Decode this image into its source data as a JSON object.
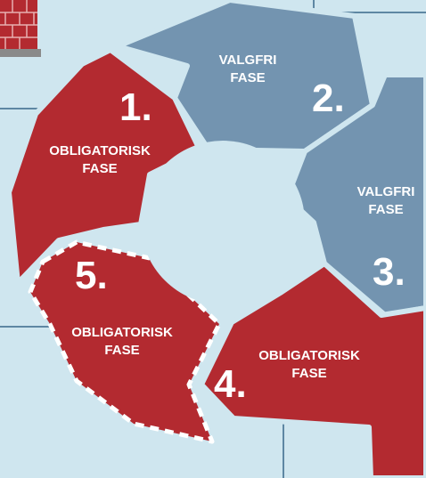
{
  "colors": {
    "background": "#cfe6ef",
    "mandatory": "#b32a30",
    "optional": "#7394b0",
    "text": "#ffffff",
    "center": "#cfe6ef",
    "lines": "#5e87a3",
    "dashed_border": "#ffffff"
  },
  "decor": {
    "icon": "brick-wall-icon"
  },
  "phases": [
    {
      "number": "1.",
      "label_line1": "OBLIGATORISK",
      "label_line2": "FASE",
      "type": "mandatory"
    },
    {
      "number": "2.",
      "label_line1": "VALGFRI",
      "label_line2": "FASE",
      "type": "optional"
    },
    {
      "number": "3.",
      "label_line1": "VALGFRI",
      "label_line2": "FASE",
      "type": "optional"
    },
    {
      "number": "4.",
      "label_line1": "OBLIGATORISK",
      "label_line2": "FASE",
      "type": "mandatory"
    },
    {
      "number": "5.",
      "label_line1": "OBLIGATORISK",
      "label_line2": "FASE",
      "type": "mandatory",
      "highlighted": true
    }
  ]
}
